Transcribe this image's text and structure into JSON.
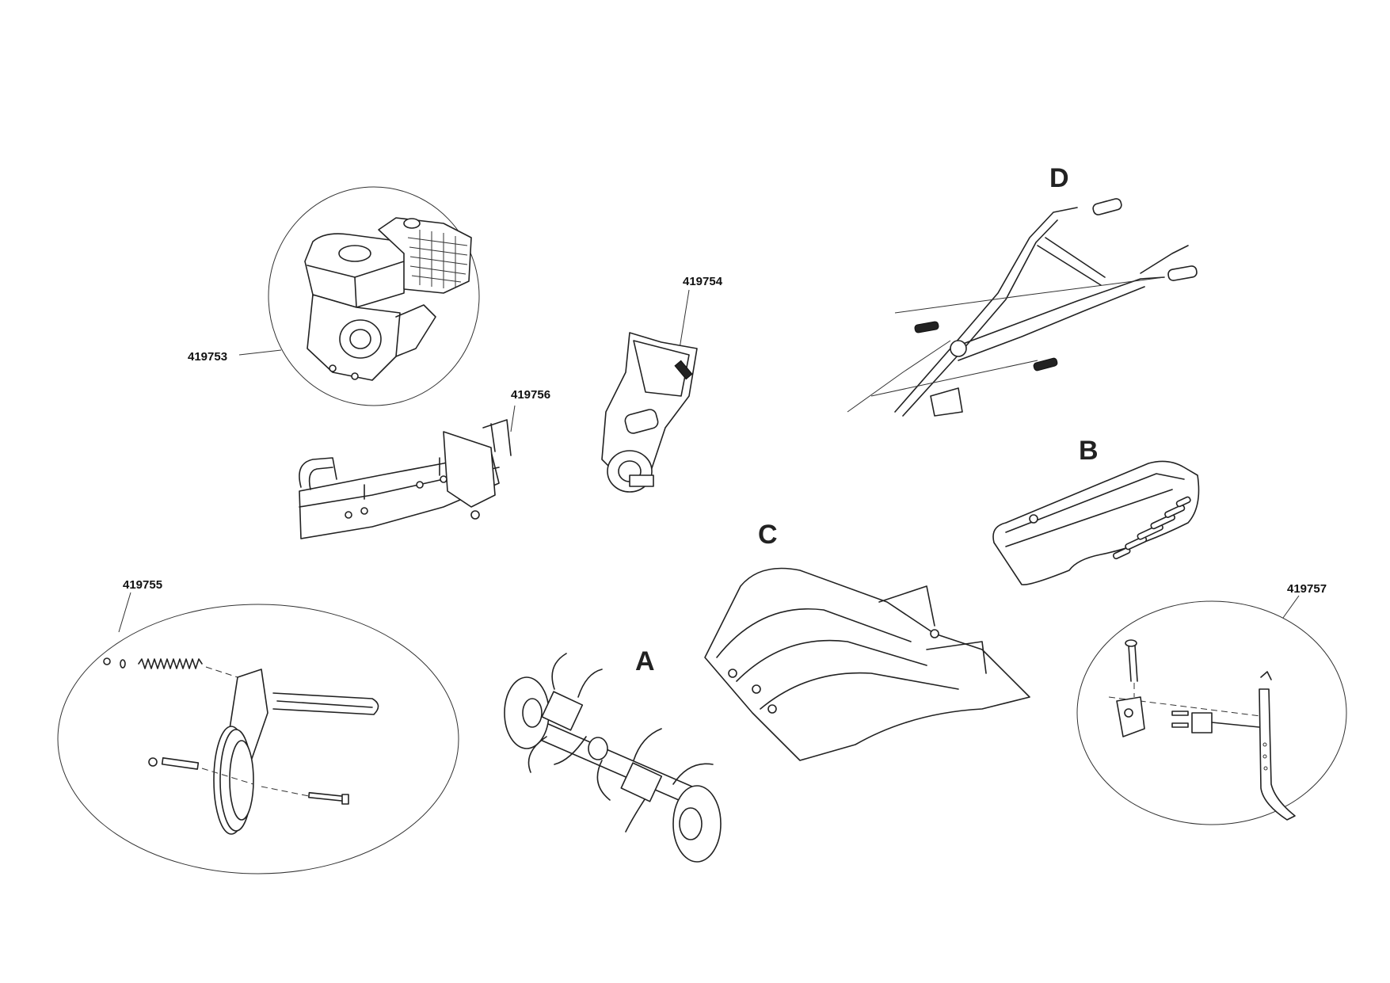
{
  "diagram": {
    "part_numbers": {
      "engine": "419753",
      "gearbox": "419754",
      "transport_wheel": "419755",
      "frame": "419756",
      "depth_stake": "419757"
    },
    "assembly_letters": {
      "tines": "A",
      "belt_cover": "B",
      "fender": "C",
      "handlebar": "D"
    }
  }
}
